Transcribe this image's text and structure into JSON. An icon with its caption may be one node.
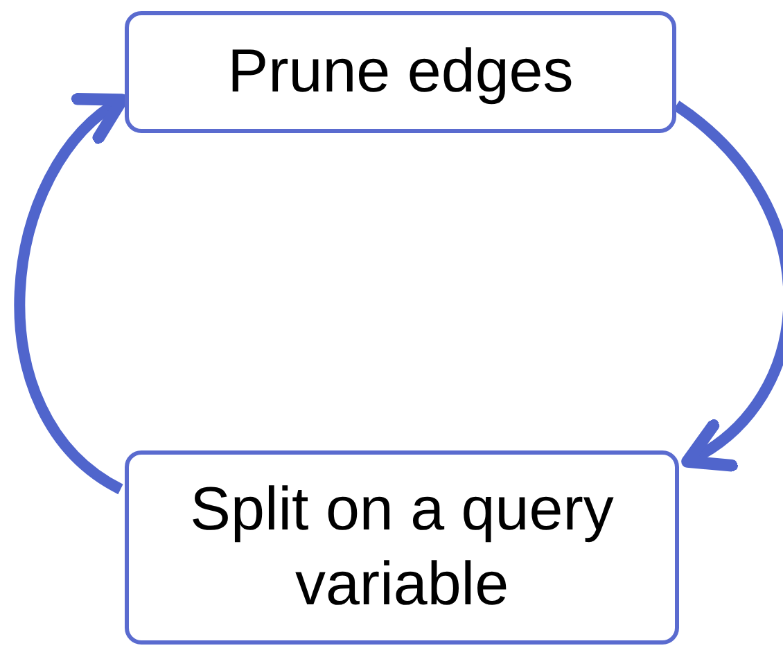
{
  "diagram": {
    "nodes": [
      {
        "text": [
          "Prune edges"
        ]
      },
      {
        "text": [
          "Split on a query variable"
        ]
      }
    ],
    "edges": [
      {
        "from": 0,
        "to": 1,
        "arrow": "to"
      },
      {
        "from": 1,
        "to": 0,
        "arrow": "to"
      }
    ]
  }
}
